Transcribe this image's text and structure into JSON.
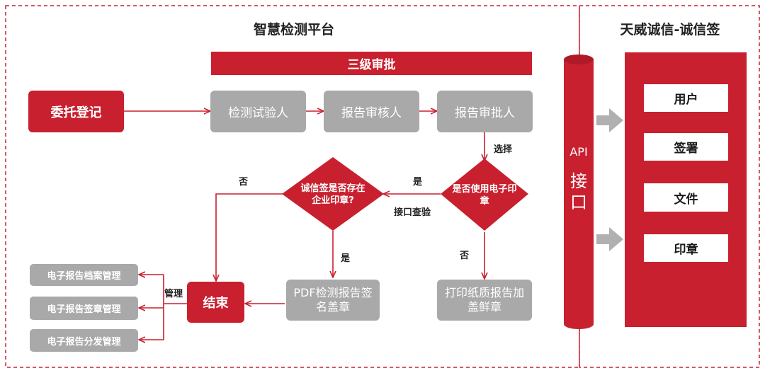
{
  "platform_title": "智慧检测平台",
  "partner_title": "天威诚信-诚信签",
  "banner": "三级审批",
  "nodes": {
    "entrust": "委托登记",
    "tester": "检测试验人",
    "reviewer": "报告审核人",
    "approver": "报告审批人",
    "q_eseal": "是否使用电子印章",
    "q_exists": "诚信签是否存在企业印章?",
    "pdf": "PDF检测报告签名盖章",
    "print": "打印纸质报告加盖鲜章",
    "end": "结束"
  },
  "labels": {
    "choose": "选择",
    "yes_left": "是",
    "yes_down": "是",
    "no_down": "否",
    "no_left": "否",
    "interface_check": "接口查验",
    "manage": "管理"
  },
  "manage_items": [
    "电子报告档案管理",
    "电子报告签章管理",
    "电子报告分发管理"
  ],
  "api": {
    "line1": "API",
    "line2": "接口"
  },
  "partner_items": [
    "用户",
    "签署",
    "文件",
    "印章"
  ],
  "colors": {
    "red": "#c8202f",
    "gray": "#a9a9a9",
    "arrow_gray": "#b0b0b0"
  }
}
